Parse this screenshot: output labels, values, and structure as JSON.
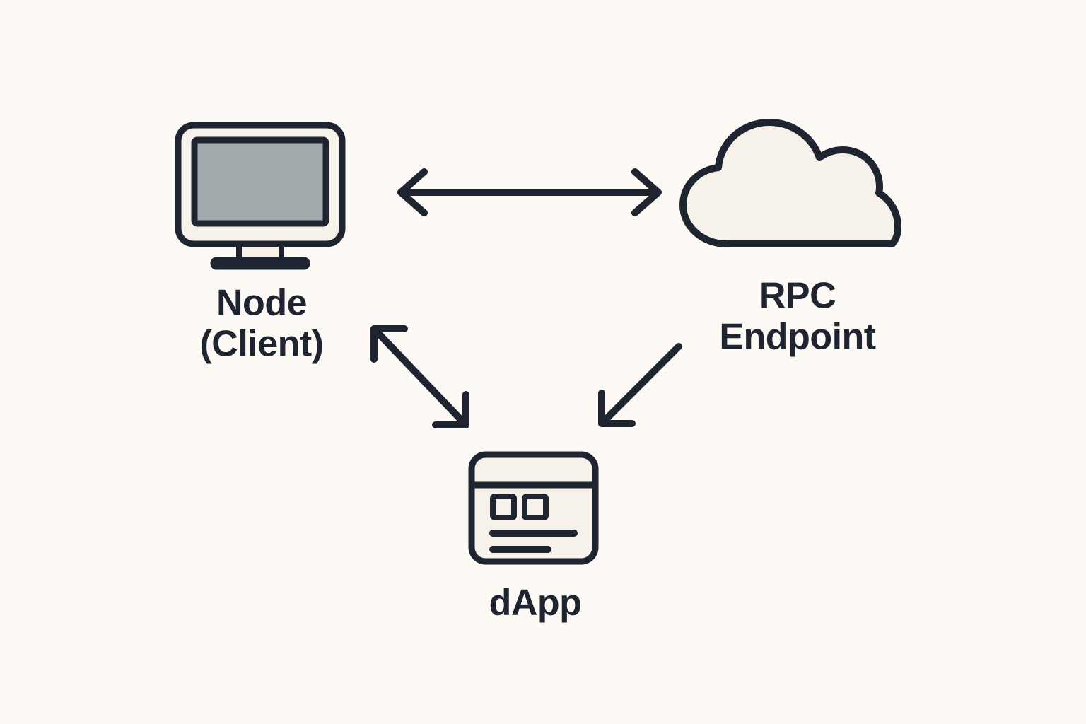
{
  "diagram": {
    "title": "Node (Client) - RPC Endpoint - dApp relationship diagram",
    "background_color": "#FDF9F4",
    "stroke_color": "#1E2430",
    "icon_fill_color": "#F7F2E9",
    "screen_color": "#A2AAAE",
    "nodes": [
      {
        "id": "node-client",
        "icon": "monitor-icon",
        "label_lines": [
          "Node",
          "(Client)"
        ],
        "label_line1": "Node",
        "label_line2": "(Client)",
        "position": "top-left"
      },
      {
        "id": "rpc-endpoint",
        "icon": "cloud-icon",
        "label_lines": [
          "RPC",
          "Endpoint"
        ],
        "label_line1": "RPC",
        "label_line2": "Endpoint",
        "position": "top-right"
      },
      {
        "id": "dapp",
        "icon": "browser-window-icon",
        "label_lines": [
          "dApp"
        ],
        "label_line1": "dApp",
        "position": "bottom-center"
      }
    ],
    "connections": [
      {
        "id": "node-to-rpc",
        "from": "node-client",
        "to": "rpc-endpoint",
        "arrow_type": "double-headed",
        "orientation": "horizontal"
      },
      {
        "id": "node-to-dapp",
        "from": "node-client",
        "to": "dapp",
        "arrow_type": "double-headed",
        "orientation": "diagonal-down-right"
      },
      {
        "id": "rpc-to-dapp",
        "from": "rpc-endpoint",
        "to": "dapp",
        "arrow_type": "single-headed",
        "orientation": "diagonal-down-left"
      }
    ]
  }
}
